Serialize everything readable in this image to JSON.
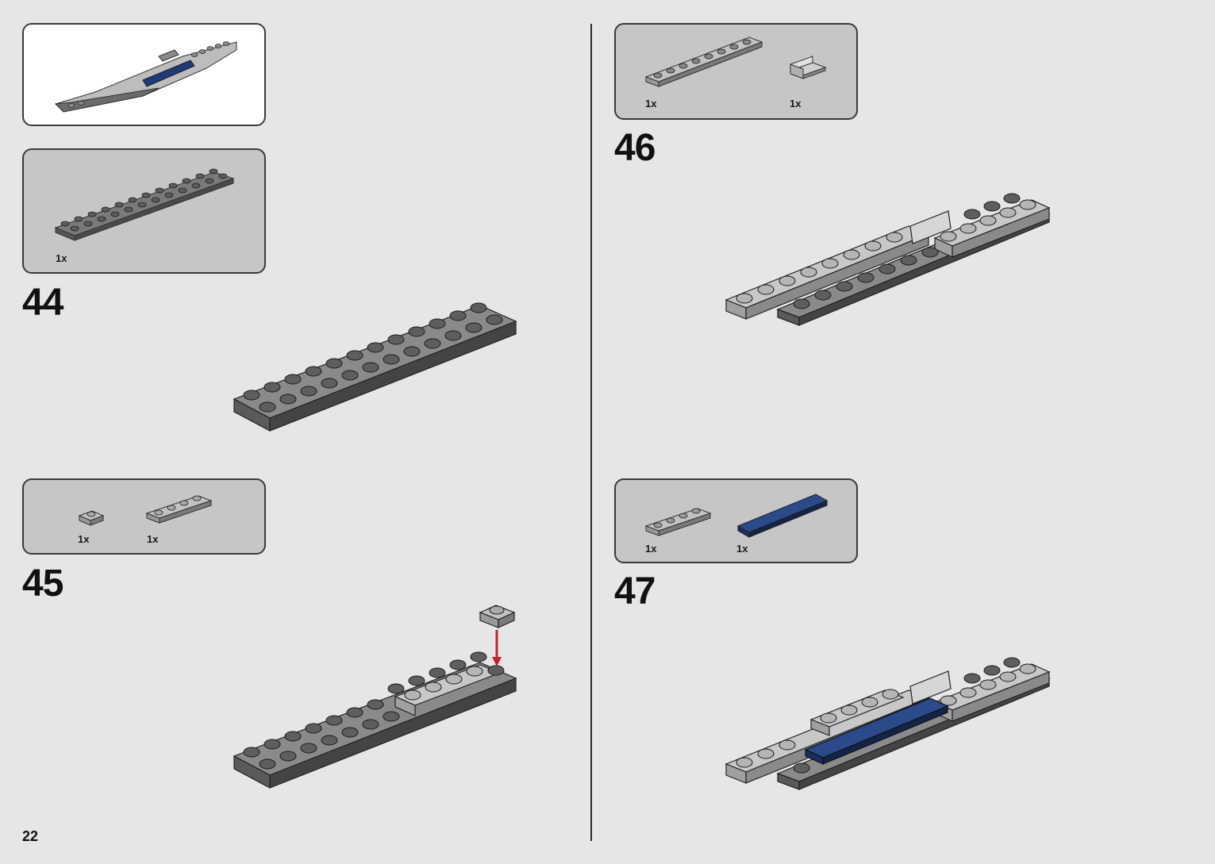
{
  "page": {
    "number": "22"
  },
  "colors": {
    "dark_gray": "#6b6b6b",
    "light_gray": "#bdbdbd",
    "blue": "#1e3a78",
    "arrow_red": "#c8202a",
    "panel": "#c6c6c6"
  },
  "preview": {
    "icon": "ship-preview-icon"
  },
  "steps": [
    {
      "number": "44",
      "parts": [
        {
          "qty": "1x",
          "icon": "plate-2x12-dark-gray-icon"
        }
      ]
    },
    {
      "number": "45",
      "parts": [
        {
          "qty": "1x",
          "icon": "plate-1x1-light-gray-icon"
        },
        {
          "qty": "1x",
          "icon": "plate-1x4-light-gray-icon"
        }
      ]
    },
    {
      "number": "46",
      "parts": [
        {
          "qty": "1x",
          "icon": "plate-1x8-light-gray-icon"
        },
        {
          "qty": "1x",
          "icon": "panel-1x2-light-gray-icon"
        }
      ]
    },
    {
      "number": "47",
      "parts": [
        {
          "qty": "1x",
          "icon": "plate-1x4-light-gray-icon"
        },
        {
          "qty": "1x",
          "icon": "tile-1x8-blue-icon"
        }
      ]
    }
  ]
}
